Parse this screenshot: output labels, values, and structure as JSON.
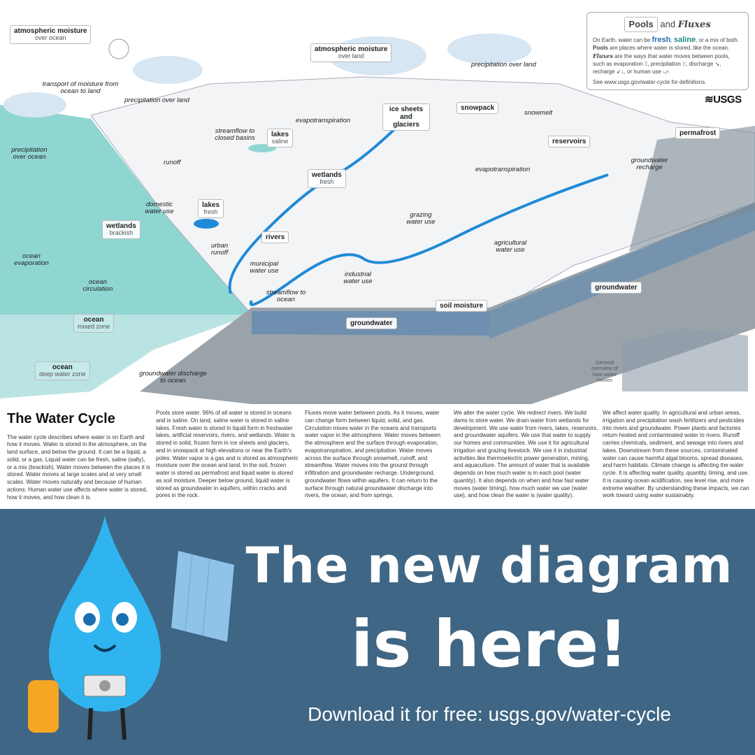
{
  "colors": {
    "ocean": "#8fd6d2",
    "river": "#1f8ad6",
    "banner": "#3f6684",
    "fresh": "#1f6fb5",
    "saline": "#1e8a86"
  },
  "pools": [
    {
      "name": "atmospheric moisture",
      "sub": "over ocean"
    },
    {
      "name": "atmospheric moisture",
      "sub": "over land"
    },
    {
      "name": "ice sheets and glaciers",
      "sub": ""
    },
    {
      "name": "snowpack",
      "sub": ""
    },
    {
      "name": "reservoirs",
      "sub": ""
    },
    {
      "name": "permafrost",
      "sub": ""
    },
    {
      "name": "lakes",
      "sub": "saline"
    },
    {
      "name": "wetlands",
      "sub": "fresh"
    },
    {
      "name": "lakes",
      "sub": "fresh"
    },
    {
      "name": "wetlands",
      "sub": "brackish"
    },
    {
      "name": "rivers",
      "sub": ""
    },
    {
      "name": "groundwater",
      "sub": ""
    },
    {
      "name": "soil moisture",
      "sub": ""
    },
    {
      "name": "groundwater",
      "sub": ""
    },
    {
      "name": "ocean",
      "sub": "mixed zone"
    },
    {
      "name": "ocean",
      "sub": "deep water zone"
    }
  ],
  "fluxes": [
    "transport of moisture from ocean to land",
    "precipitation over land",
    "precipitation over ocean",
    "runoff",
    "streamflow to closed basins",
    "evapotranspiration",
    "domestic water use",
    "urban runoff",
    "municipal water use",
    "ocean evaporation",
    "ocean circulation",
    "industrial water use",
    "streamflow to ocean",
    "groundwater discharge to ocean",
    "precipitation over land",
    "snowmelt",
    "evapotranspiration",
    "groundwater recharge",
    "grazing water use",
    "agricultural water use",
    "General overview of how water moves"
  ],
  "legend": {
    "pools": "Pools",
    "and": "and",
    "fluxes": "Fluxes",
    "l1a": "On Earth, water can be",
    "fresh": "fresh",
    "comma": ",",
    "saline": "saline",
    "l1b": ", or a mix of both.",
    "l2a": "Pools",
    "l2b": " are places where water is stored, like the ocean.",
    "l3a": "Fluxes",
    "l3b": " are the ways that water moves between pools, such as evaporation ⁞⁞, precipitation ⁝⁝, discharge ↘, recharge ↙↓, or human use ⤻.",
    "see": "See www.usgs.gov/water-cycle for definitions."
  },
  "logo": "≋USGS",
  "text": {
    "title": "The Water Cycle",
    "intro": "The water cycle describes where water is on Earth and how it moves. Water is stored in the atmosphere, on the land surface, and below the ground. It can be a liquid, a solid, or a gas. Liquid water can be fresh, saline (salty), or a mix (brackish). Water moves between the places it is stored. Water moves at large scales and at very small scales. Water moves naturally and because of human actions. Human water use affects where water is stored, how it moves, and how clean it is.",
    "pools": "Pools store water. 96% of all water is stored in oceans and is saline. On land, saline water is stored in saline lakes. Fresh water is stored in liquid form in freshwater lakes, artificial reservoirs, rivers, and wetlands. Water is stored in solid, frozen form in ice sheets and glaciers, and in snowpack at high elevations or near the Earth's poles. Water vapor is a gas and is stored as atmospheric moisture over the ocean and land. In the soil, frozen water is stored as permafrost and liquid water is stored as soil moisture. Deeper below ground, liquid water is stored as groundwater in aquifers, within cracks and pores in the rock.",
    "fluxes": "Fluxes move water between pools. As it moves, water can change form between liquid, solid, and gas. Circulation mixes water in the oceans and transports water vapor in the atmosphere. Water moves between the atmosphere and the surface through evaporation, evapotranspiration, and precipitation. Water moves across the surface through snowmelt, runoff, and streamflow. Water moves into the ground through infiltration and groundwater recharge. Underground, groundwater flows within aquifers. It can return to the surface through natural groundwater discharge into rivers, the ocean, and from springs.",
    "alter": "We alter the water cycle. We redirect rivers. We build dams to store water. We drain water from wetlands for development. We use water from rivers, lakes, reservoirs, and groundwater aquifers. We use that water to supply our homes and communities. We use it for agricultural irrigation and grazing livestock. We use it in industrial activities like thermoelectric power generation, mining, and aquaculture. The amount of water that is available depends on how much water is in each pool (water quantity). It also depends on when and how fast water moves (water timing), how much water we use (water use), and how clean the water is (water quality).",
    "quality": "We affect water quality. In agricultural and urban areas, irrigation and precipitation wash fertilizers and pesticides into rivers and groundwater. Power plants and factories return heated and contaminated water to rivers. Runoff carries chemicals, sediment, and sewage into rivers and lakes. Downstream from these sources, contaminated water can cause harmful algal blooms, spread diseases, and harm habitats. Climate change is affecting the water cycle. It is affecting water quality, quantity, timing, and use. It is causing ocean acidification, sea level rise, and more extreme weather. By understanding these impacts, we can work toward using water sustainably."
  },
  "banner": {
    "line1": "The new diagram",
    "line2": "is here!",
    "download": "Download it for free: usgs.gov/water-cycle"
  }
}
